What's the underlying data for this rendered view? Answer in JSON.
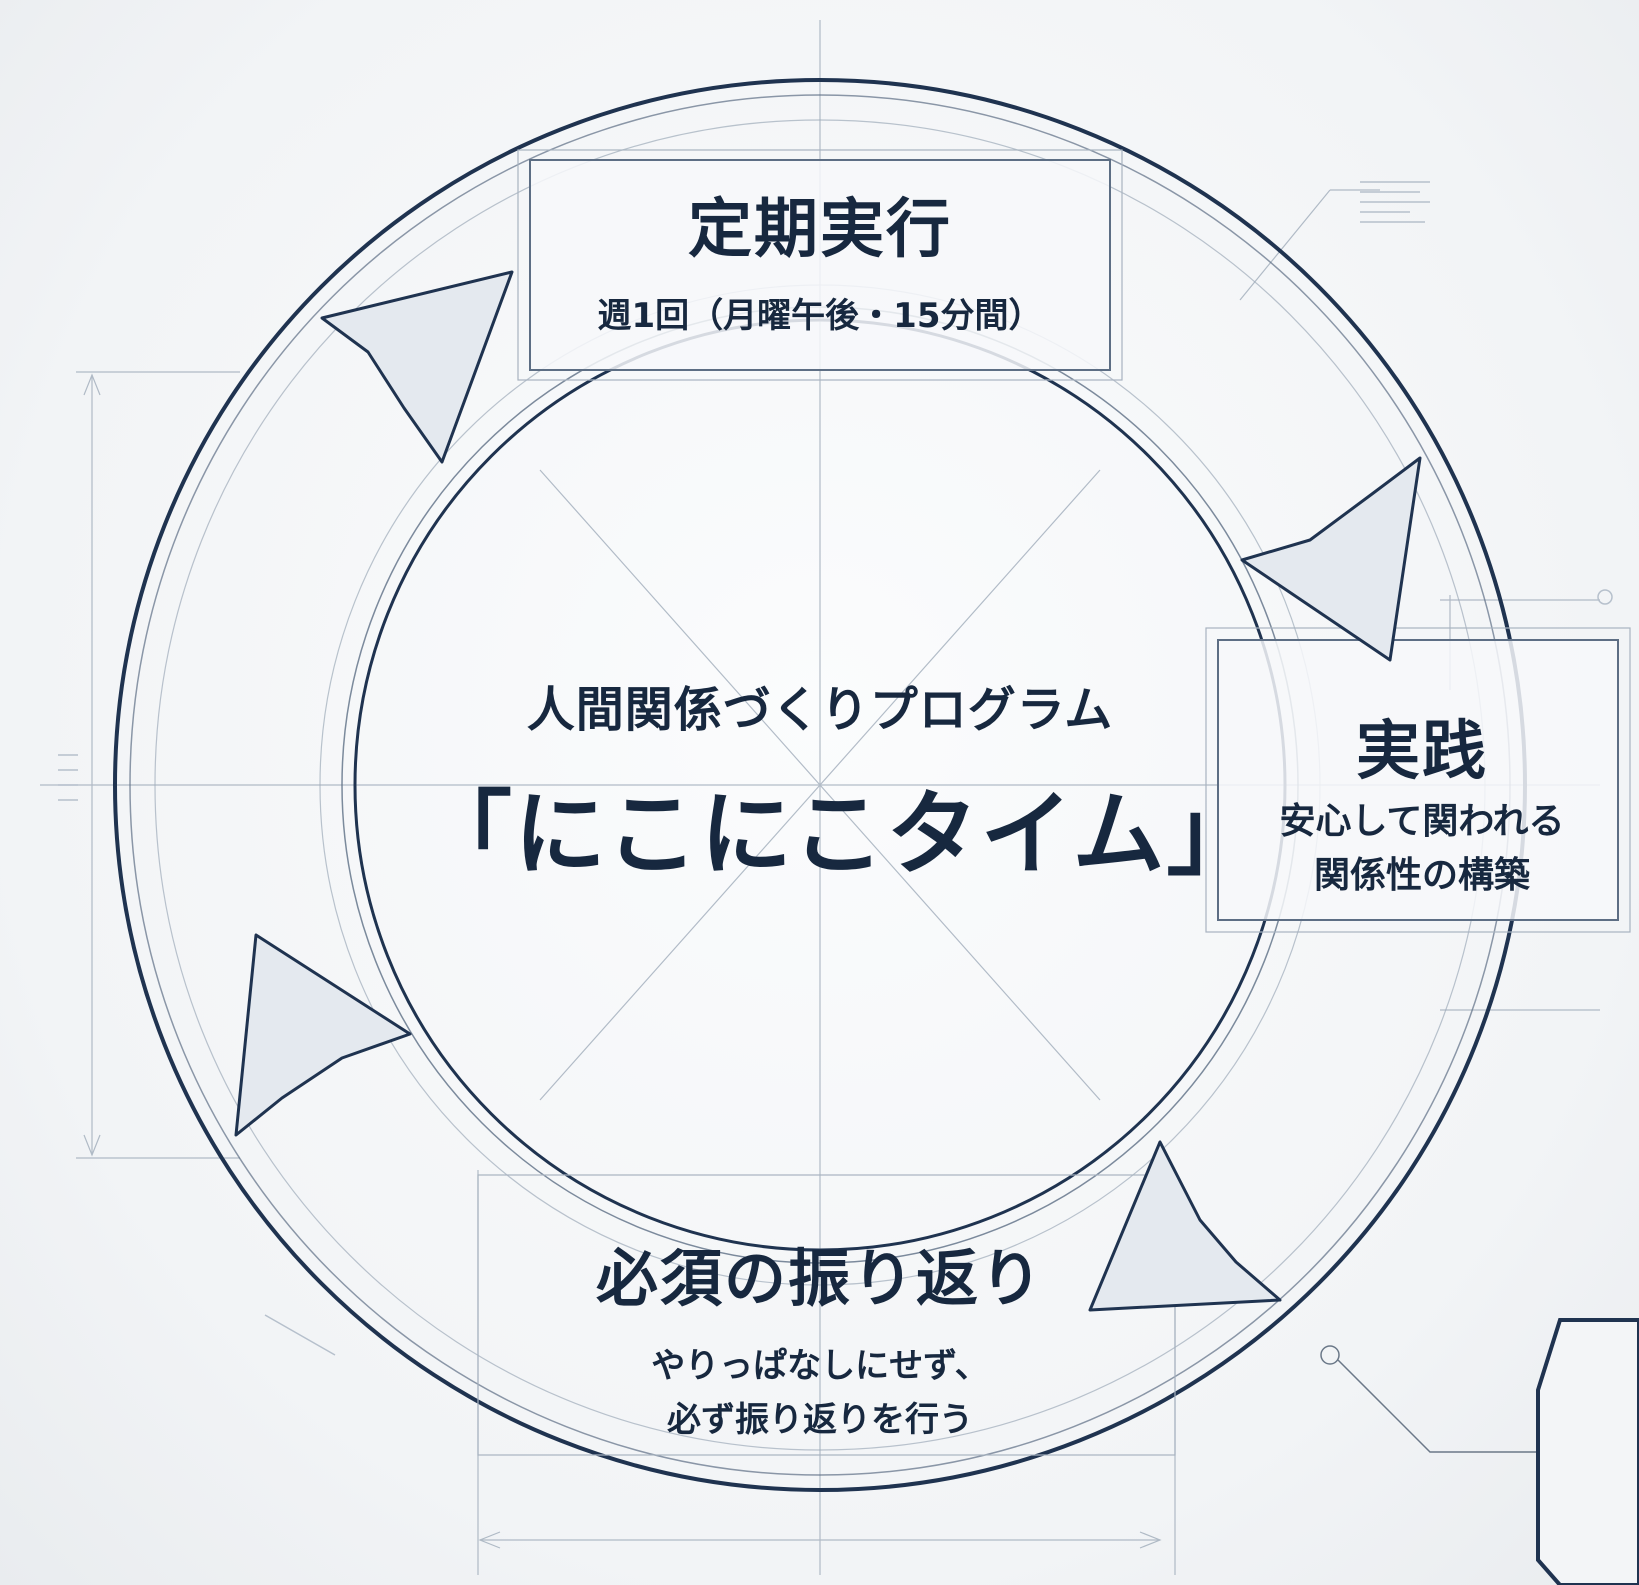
{
  "colors": {
    "ink": "#17283f",
    "sketch": "#8e9bab",
    "arrow_fill": "#e4e9ef",
    "background": "#f3f5f7"
  },
  "center": {
    "title": "人間関係づくりプログラム",
    "name": "「にこにこタイム」"
  },
  "nodes": [
    {
      "heading": "定期実行",
      "lines": [
        "週1回（月曜午後・15分間）"
      ]
    },
    {
      "heading": "実践",
      "lines": [
        "安心して関われる",
        "関係性の構築"
      ]
    },
    {
      "heading": "必須の振り返り",
      "lines": [
        "やりっぱなしにせず、",
        "必ず振り返りを行う"
      ]
    }
  ],
  "cycle_direction": "clockwise",
  "icons": [
    "cycle-arrow-icon",
    "cycle-arrow-icon",
    "cycle-arrow-icon"
  ]
}
